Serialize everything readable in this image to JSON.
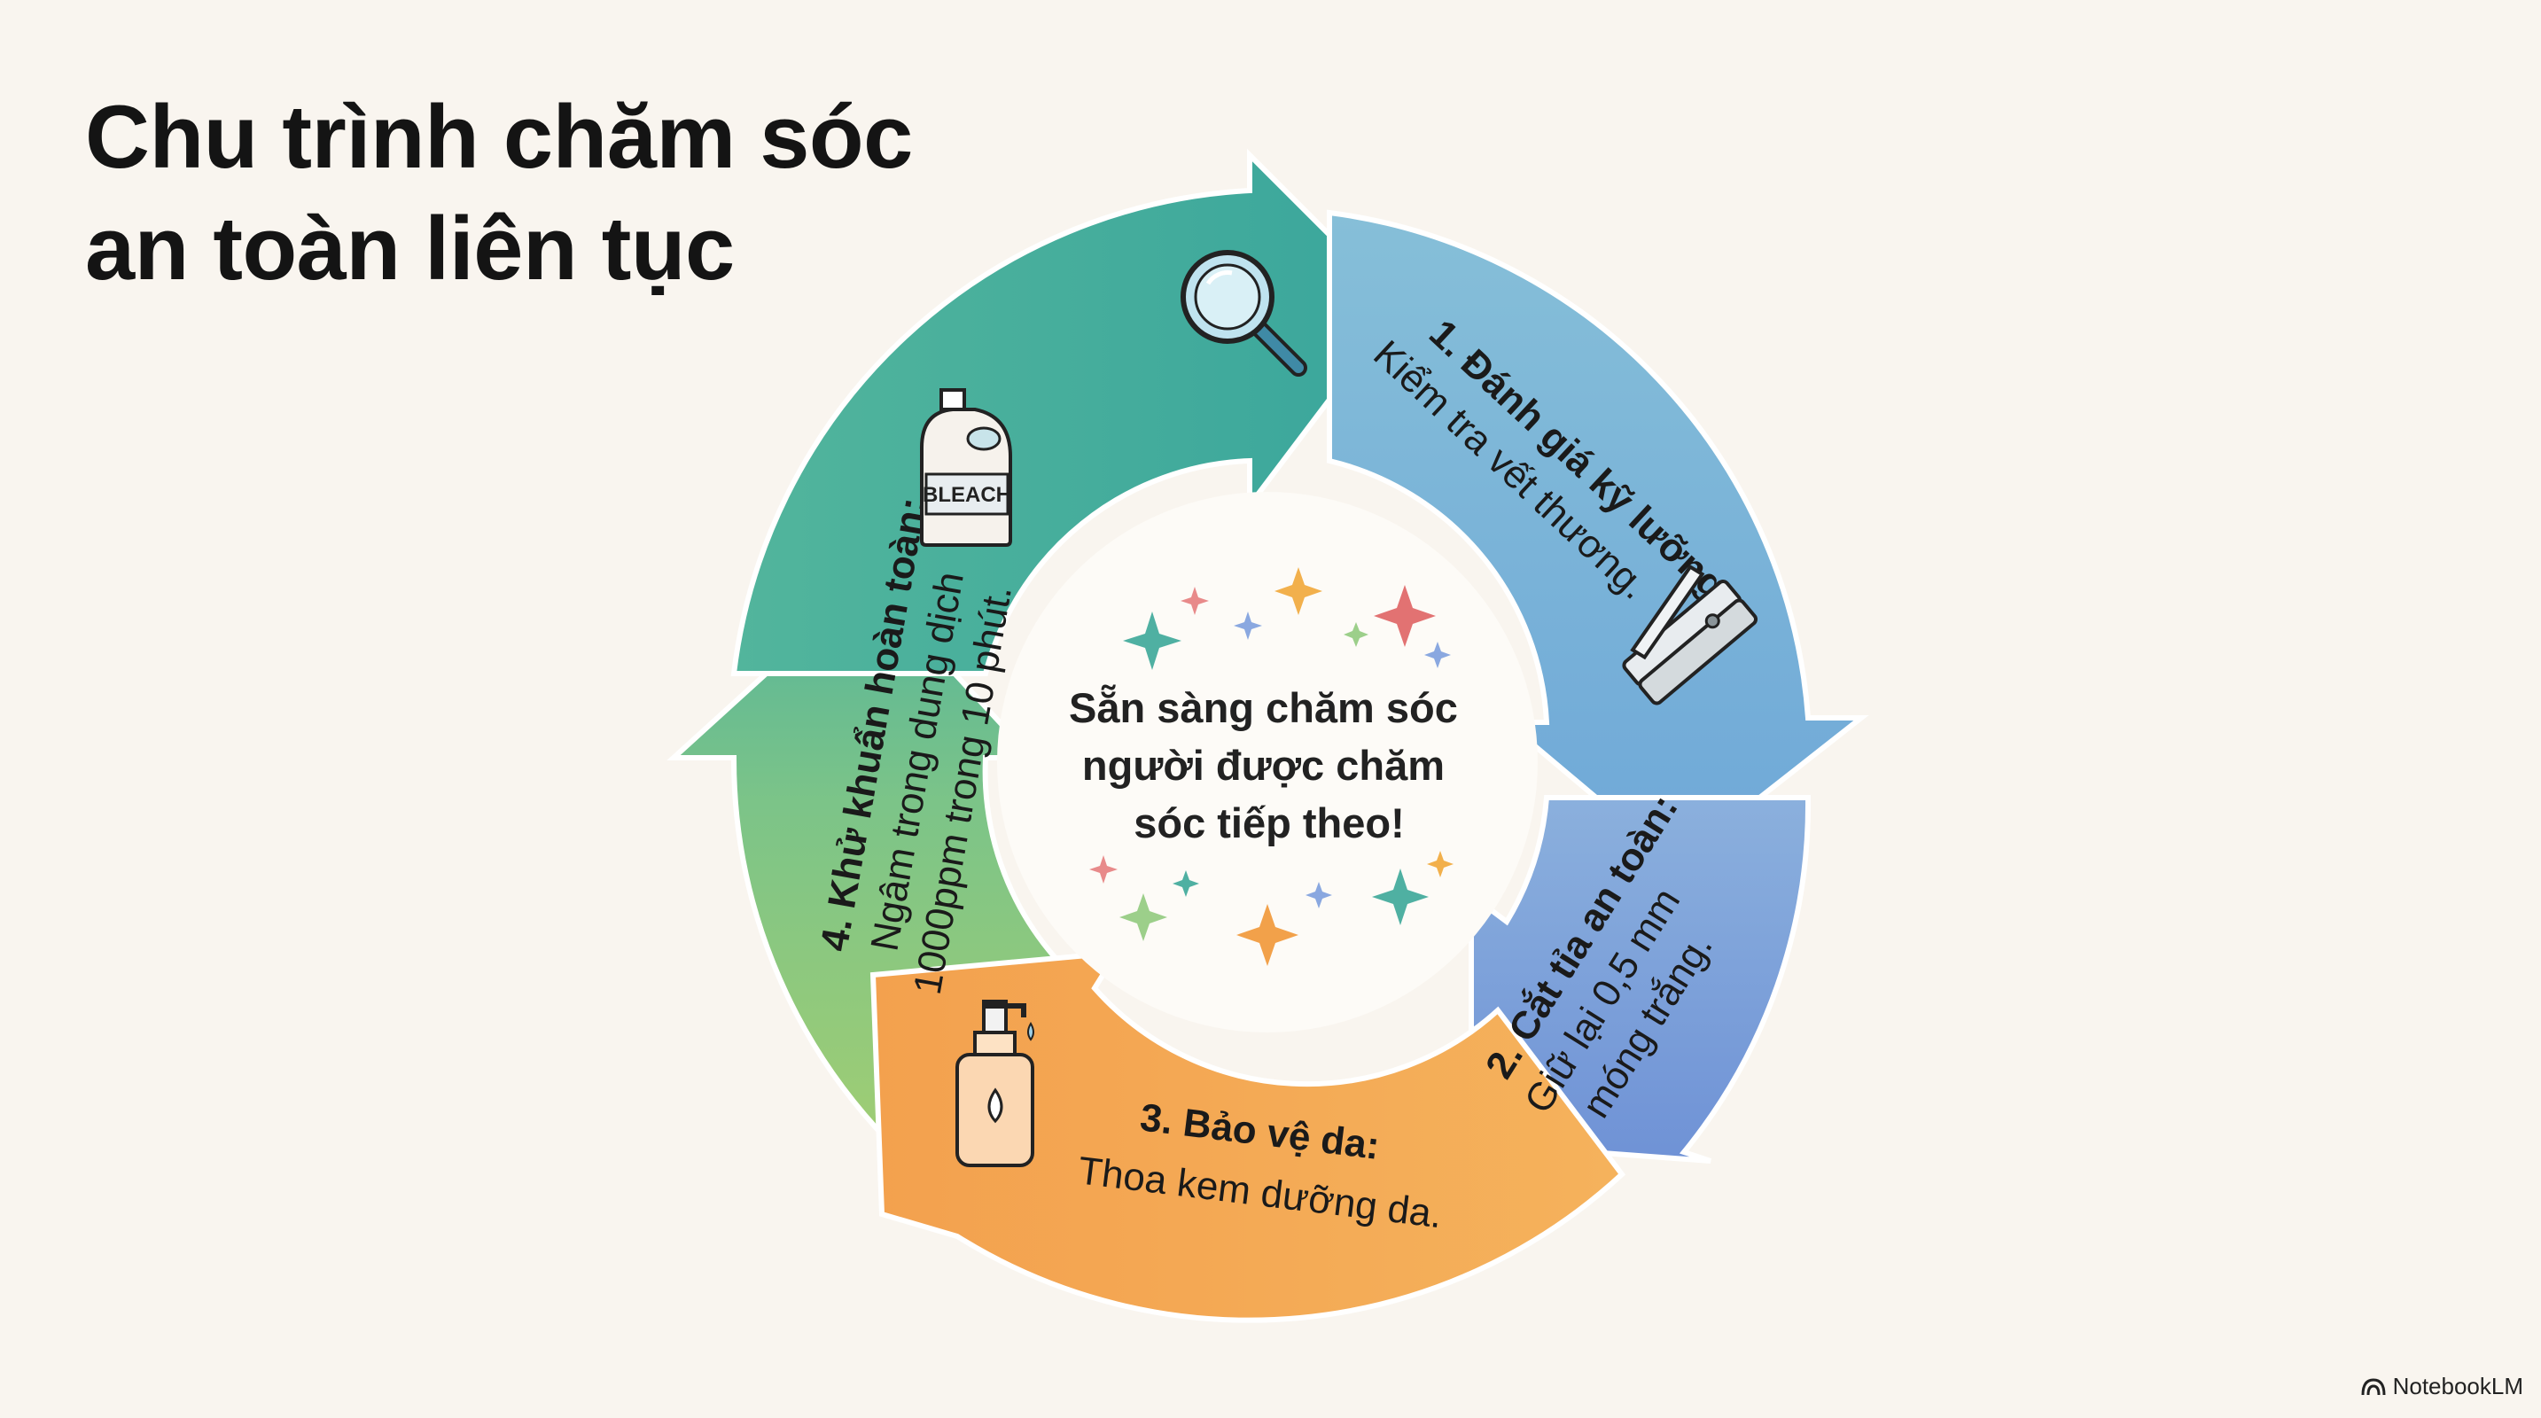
{
  "title": {
    "line1": "Chu trình chăm sóc",
    "line2": "an toàn liên tục"
  },
  "center": {
    "line1": "Sẵn sàng chăm sóc",
    "line2": "người được chăm",
    "line3": "sóc tiếp theo!"
  },
  "steps": [
    {
      "title": "1. Đánh giá kỹ lưỡng:",
      "desc": [
        "Kiểm tra vết thương."
      ],
      "icon": "magnifier-icon",
      "color": "#7fb7d6"
    },
    {
      "title": "2. Cắt tỉa an toàn:",
      "desc": [
        "Giữ lại 0,5 mm",
        "móng trắng."
      ],
      "icon": "nail-clipper-icon",
      "color": "#7f9fd8"
    },
    {
      "title": "3. Bảo vệ da:",
      "desc": [
        "Thoa kem dưỡng da."
      ],
      "icon": "lotion-pump-icon",
      "color": "#f2a552"
    },
    {
      "title": "4. Khử khuẩn hoàn toàn:",
      "desc": [
        "Ngâm trong dung dịch",
        "1000ppm trong 10 phút."
      ],
      "icon": "bleach-bottle-icon",
      "color": "#8cc47a"
    }
  ],
  "bleach_label": "BLEACH",
  "brand": "NotebookLM",
  "colors": {
    "teal": "#4aae9f",
    "blue_light": "#7fb7d6",
    "blue": "#7f9fd8",
    "orange": "#f2a552",
    "green": "#8cc47a",
    "background": "#f9f5ef"
  }
}
